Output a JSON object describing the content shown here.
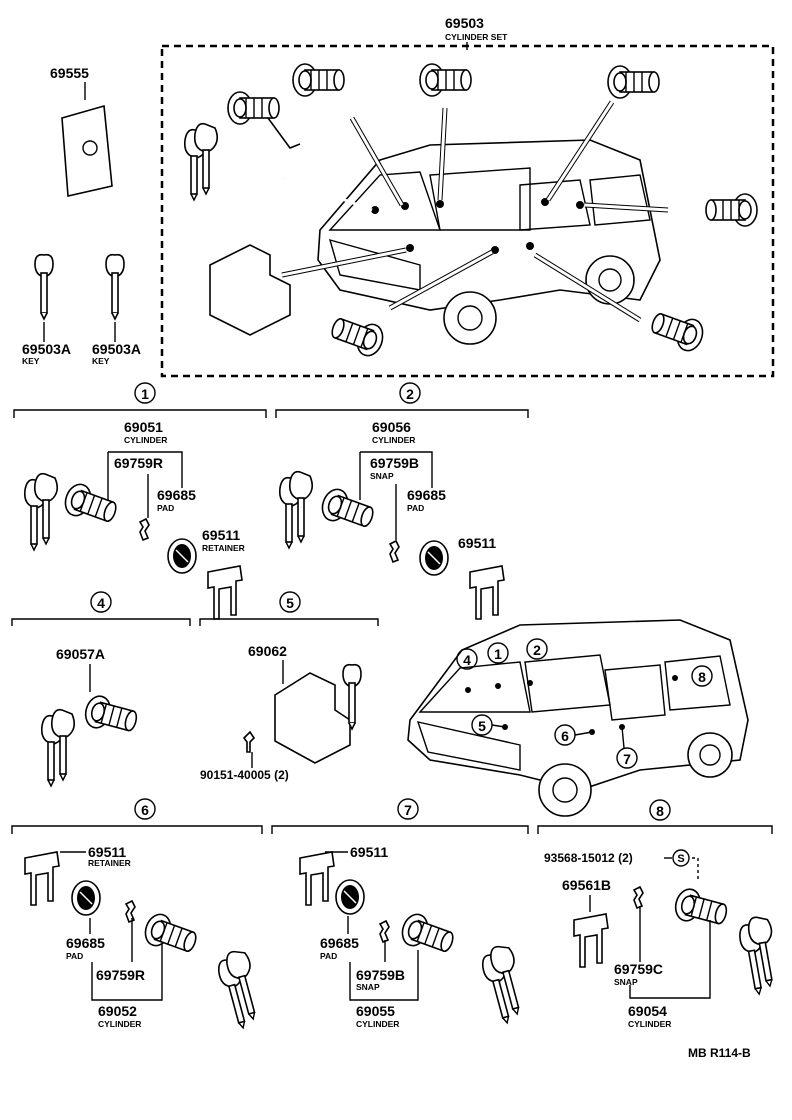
{
  "set": {
    "number": "69503",
    "name": "CYLINDER SET"
  },
  "top_left": {
    "case_number": "69555",
    "key1_number": "69503A",
    "key1_sub": "KEY",
    "key2_number": "69503A",
    "key2_sub": "KEY"
  },
  "group1": {
    "circle": "1",
    "cylinder_no": "69051",
    "cylinder_sub": "CYLINDER",
    "snap_no": "69759R",
    "pad_no": "69685",
    "pad_sub": "PAD",
    "retainer_no": "69511",
    "retainer_sub": "RETAINER"
  },
  "group2": {
    "circle": "2",
    "cylinder_no": "69056",
    "cylinder_sub": "CYLINDER",
    "snap_no": "69759B",
    "snap_sub": "SNAP",
    "pad_no": "69685",
    "pad_sub": "PAD",
    "retainer_no": "69511"
  },
  "group4": {
    "circle": "4",
    "part_no": "69057A"
  },
  "group5": {
    "circle": "5",
    "part_no": "69062",
    "bolt_no": "90151-40005 (2)"
  },
  "van_refs": [
    "4",
    "1",
    "2",
    "8",
    "5",
    "6",
    "7"
  ],
  "group6": {
    "circle": "6",
    "retainer_no": "69511",
    "retainer_sub": "RETAINER",
    "pad_no": "69685",
    "pad_sub": "PAD",
    "snap_no": "69759R",
    "cylinder_no": "69052",
    "cylinder_sub": "CYLINDER"
  },
  "group7": {
    "circle": "7",
    "retainer_no": "69511",
    "pad_no": "69685",
    "pad_sub": "PAD",
    "snap_no": "69759B",
    "snap_sub": "SNAP",
    "cylinder_no": "69055",
    "cylinder_sub": "CYLINDER"
  },
  "group8": {
    "circle": "8",
    "screw_no": "93568-15012 (2)",
    "screw_mark": "S",
    "retainer_no": "69561B",
    "snap_no": "69759C",
    "snap_sub": "SNAP",
    "cylinder_no": "69054",
    "cylinder_sub": "CYLINDER"
  },
  "footer": {
    "code": "MB R114-B"
  }
}
